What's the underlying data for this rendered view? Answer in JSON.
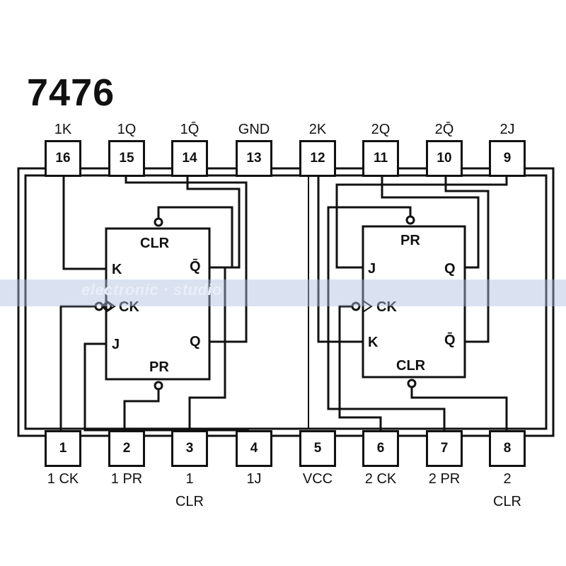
{
  "title": "7476",
  "colors": {
    "ink": "#111111",
    "background": "#ffffff",
    "watermark_band": "#adbee1"
  },
  "top_pins": [
    {
      "number": "16",
      "label": "1K"
    },
    {
      "number": "15",
      "label": "1Q"
    },
    {
      "number": "14",
      "label": "1Q̄"
    },
    {
      "number": "13",
      "label": "GND"
    },
    {
      "number": "12",
      "label": "2K"
    },
    {
      "number": "11",
      "label": "2Q"
    },
    {
      "number": "10",
      "label": "2Q̄"
    },
    {
      "number": "9",
      "label": "2J"
    }
  ],
  "bottom_pins": [
    {
      "number": "1",
      "label_line1": "1 CK",
      "label_line2": ""
    },
    {
      "number": "2",
      "label_line1": "1 PR",
      "label_line2": ""
    },
    {
      "number": "3",
      "label_line1": "1",
      "label_line2": "CLR"
    },
    {
      "number": "4",
      "label_line1": "1J",
      "label_line2": ""
    },
    {
      "number": "5",
      "label_line1": "VCC",
      "label_line2": ""
    },
    {
      "number": "6",
      "label_line1": "2 CK",
      "label_line2": ""
    },
    {
      "number": "7",
      "label_line1": "2 PR",
      "label_line2": ""
    },
    {
      "number": "8",
      "label_line1": "2",
      "label_line2": "CLR"
    }
  ],
  "flipflop1": {
    "top": "CLR",
    "bottom": "PR",
    "k": "K",
    "j": "J",
    "ck": "CK",
    "q_bar": "Q̄",
    "q": "Q"
  },
  "flipflop2": {
    "top": "PR",
    "bottom": "CLR",
    "j": "J",
    "k": "K",
    "ck": "CK",
    "q": "Q",
    "q_bar": "Q̄"
  },
  "watermark": "electronic · studio"
}
